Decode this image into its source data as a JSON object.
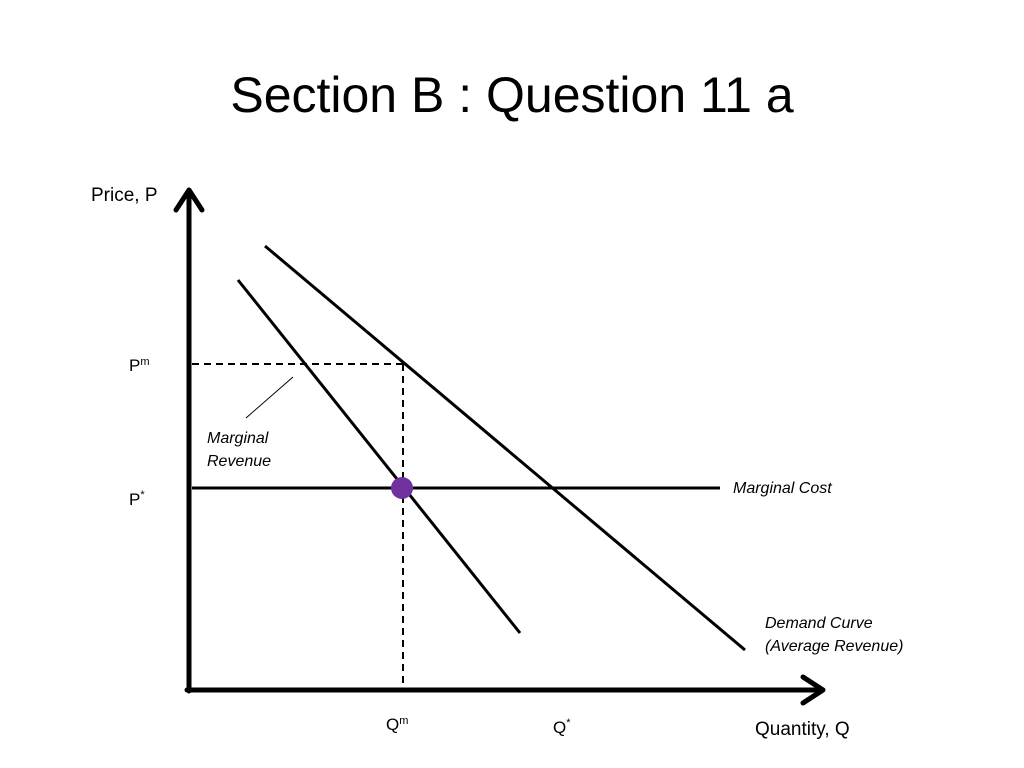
{
  "slide": {
    "title": "Section B : Question 11 a"
  },
  "axes": {
    "y_label": "Price, P",
    "x_label": "Quantity, Q"
  },
  "ticks": {
    "p_monopoly": {
      "base": "P",
      "sup": "m"
    },
    "p_star": {
      "base": "P",
      "sup": "*"
    },
    "q_monopoly": {
      "base": "Q",
      "sup": "m"
    },
    "q_star": {
      "base": "Q",
      "sup": "*"
    }
  },
  "curves": {
    "marginal_revenue": {
      "line1": "Marginal",
      "line2": "Revenue"
    },
    "marginal_cost": "Marginal Cost",
    "demand": {
      "line1": "Demand Curve",
      "line2": "(Average Revenue)"
    }
  },
  "colors": {
    "line": "#000000",
    "equilibrium_point": "#7030a0"
  }
}
